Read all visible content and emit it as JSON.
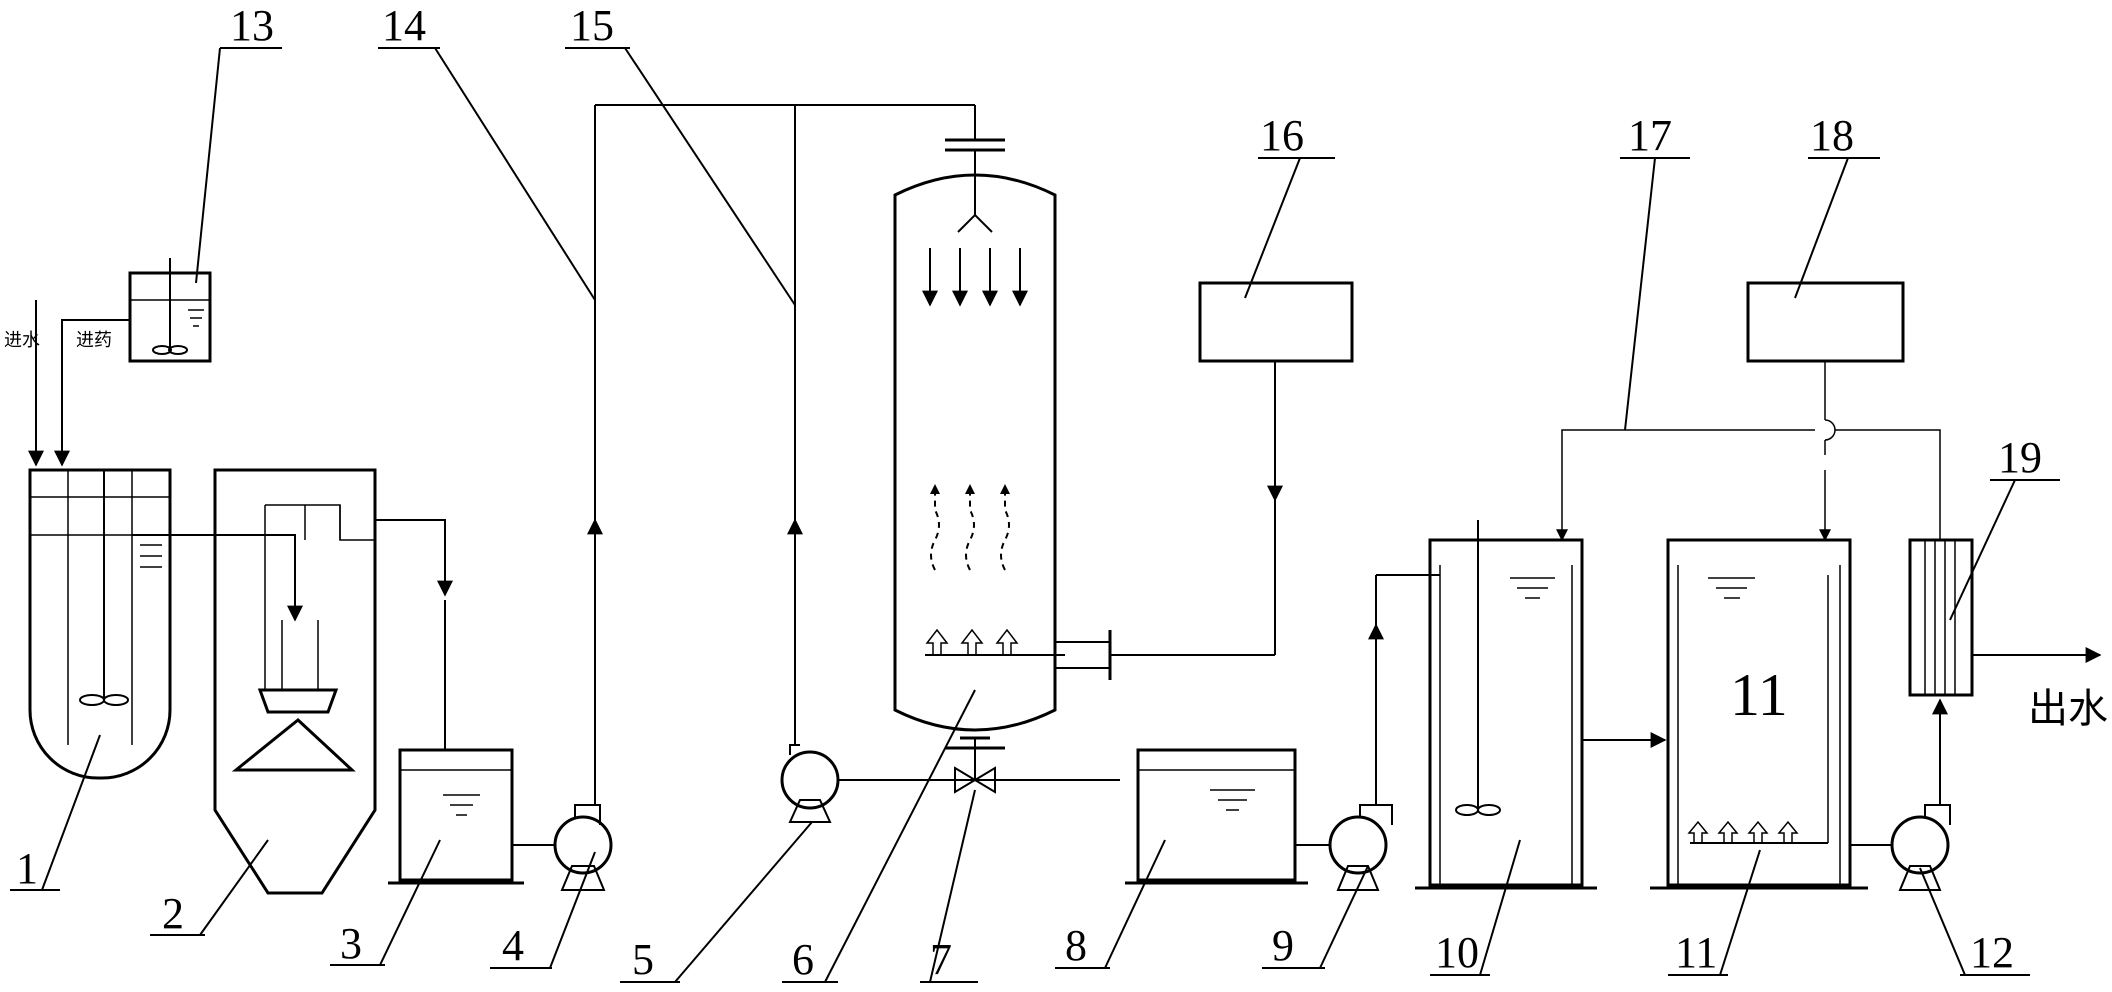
{
  "labels": {
    "n1": "1",
    "n2": "2",
    "n3": "3",
    "n4": "4",
    "n5": "5",
    "n6": "6",
    "n7": "7",
    "n8": "8",
    "n9": "9",
    "n10": "10",
    "n11": "11",
    "n12": "12",
    "n13": "13",
    "n14": "14",
    "n15": "15",
    "n16": "16",
    "n17": "17",
    "n18": "18",
    "n19": "19",
    "tank11_inner": "11"
  },
  "text": {
    "inlet_water": "进水",
    "inlet_chem": "进药",
    "outlet_water": "出水"
  }
}
